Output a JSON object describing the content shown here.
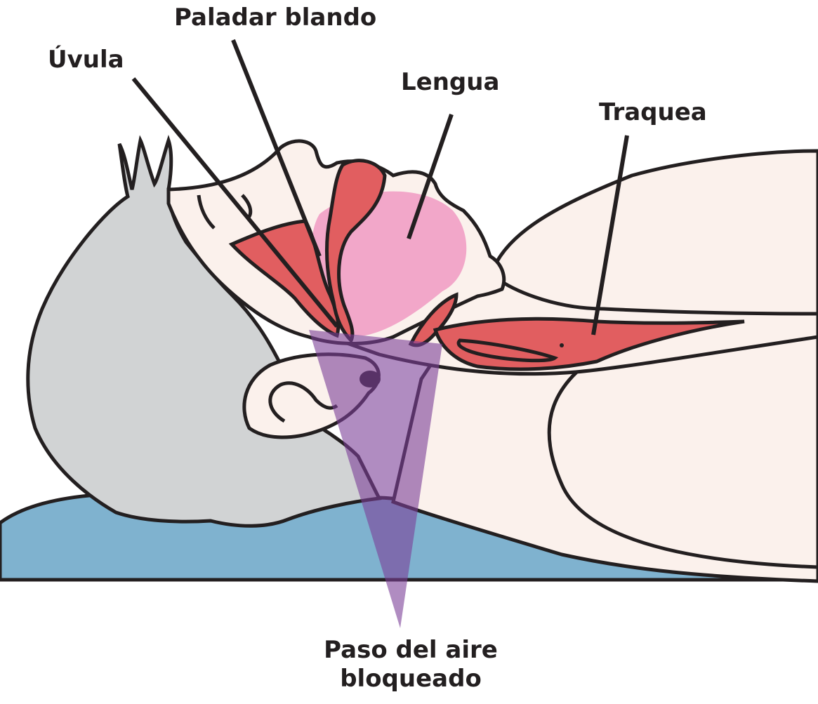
{
  "labels": {
    "paladar": "Paladar blando",
    "uvula": "Úvula",
    "lengua": "Lengua",
    "traquea": "Traquea",
    "paso_line1": "Paso del aire",
    "paso_line2": "bloqueado"
  },
  "colors": {
    "outline": "#231f20",
    "skin": "#fbf1ec",
    "hair": "#d1d3d4",
    "pillow": "#7fb2cf",
    "muscle": "#e15e60",
    "tongue": "#f2a7c9",
    "airway": "#7b3f98"
  }
}
